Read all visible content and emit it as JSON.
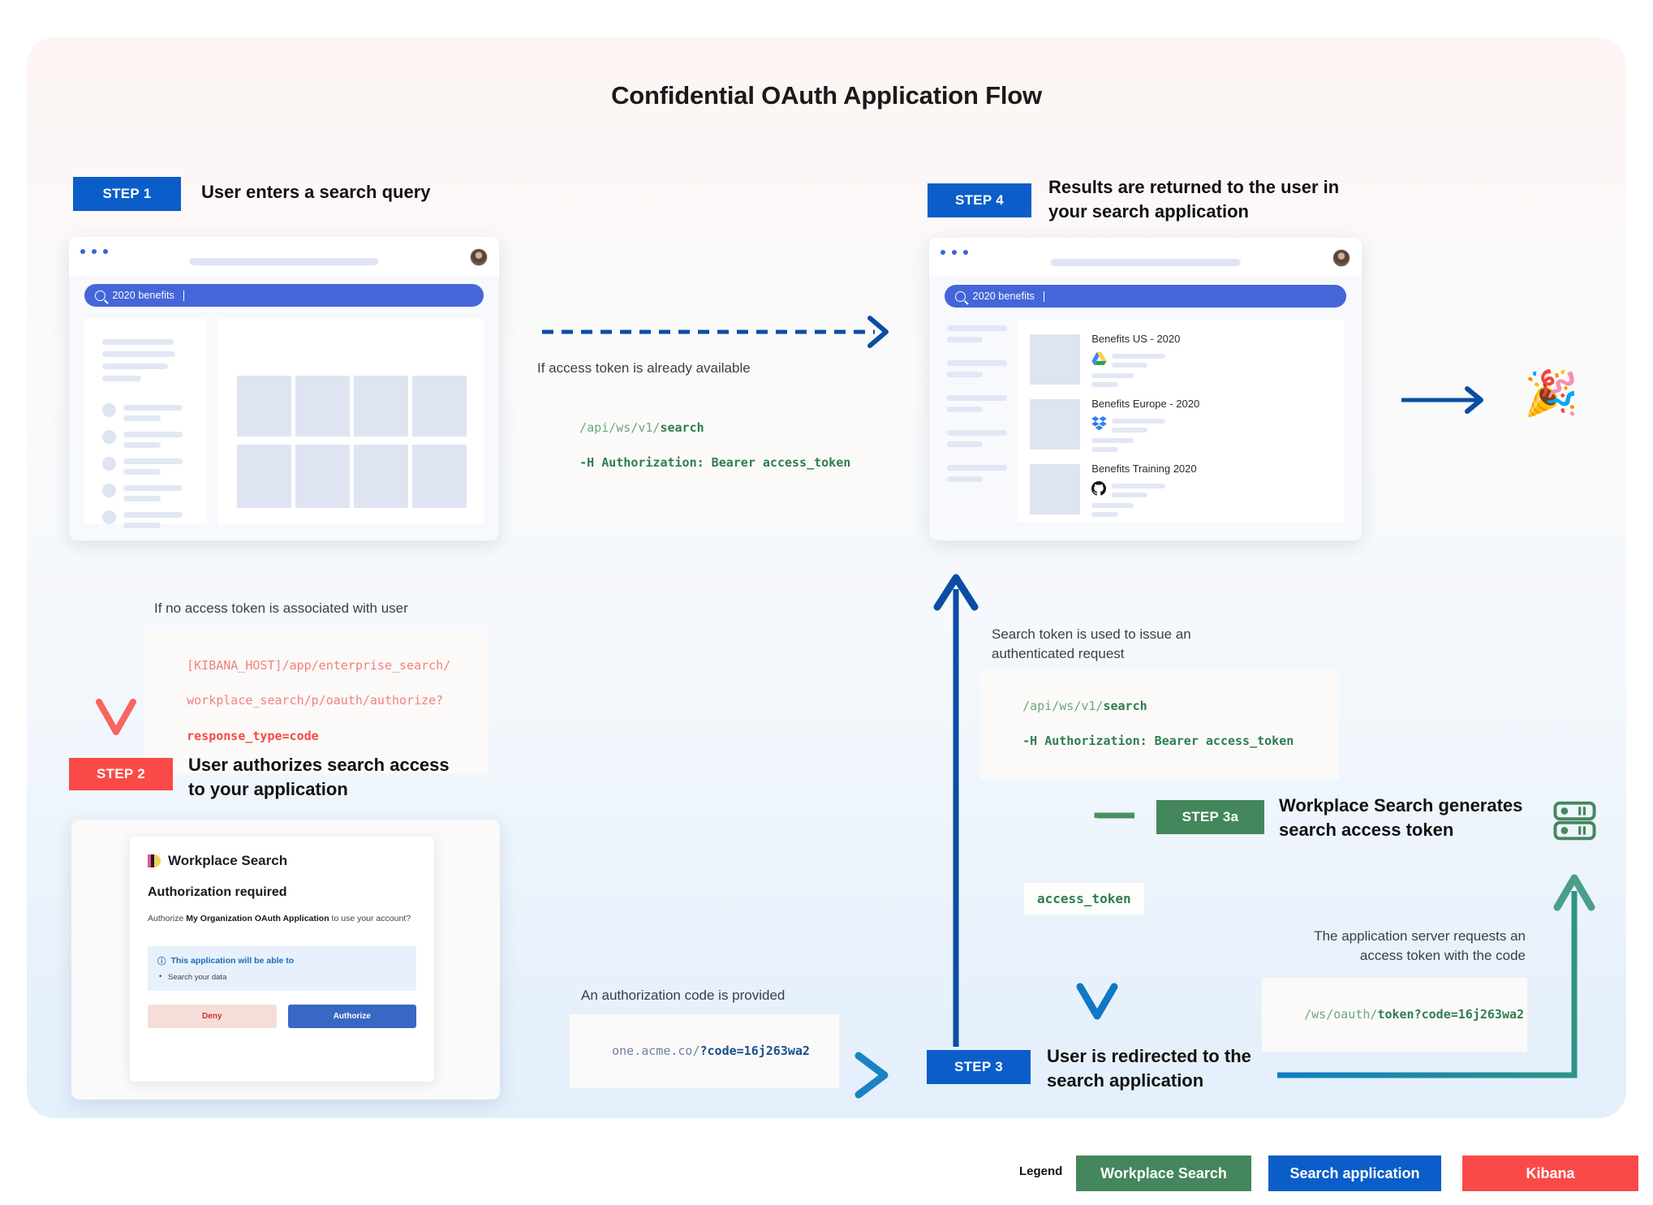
{
  "title": "Confidential OAuth Application Flow",
  "steps": {
    "step1": {
      "badge": "STEP 1",
      "heading": "User enters a search query"
    },
    "step2": {
      "badge": "STEP 2",
      "heading_line1": "User authorizes search access",
      "heading_line2": "to your application"
    },
    "step3": {
      "badge": "STEP 3",
      "heading_line1": "User is redirected to the",
      "heading_line2": "search application"
    },
    "step3a": {
      "badge": "STEP 3a",
      "heading_line1": "Workplace Search generates",
      "heading_line2": "search access token"
    },
    "step4": {
      "badge": "STEP 4",
      "heading_line1": "Results are returned to the user in",
      "heading_line2": "your search application"
    }
  },
  "search_app": {
    "query": "2020 benefits",
    "search_icon": "magnifier-icon",
    "results": [
      {
        "title": "Benefits US - 2020",
        "source_icon": "google-drive-icon"
      },
      {
        "title": "Benefits Europe - 2020",
        "source_icon": "dropbox-icon"
      },
      {
        "title": "Benefits Training 2020",
        "source_icon": "github-icon"
      }
    ]
  },
  "captions": {
    "token_available": "If access token is already available",
    "no_token": "If no access token is associated with user",
    "search_token_used_l1": "Search token is used to issue an",
    "search_token_used_l2": "authenticated request",
    "auth_code_provided": "An authorization code is provided",
    "server_requests_l1": "The application server requests an",
    "server_requests_l2": "access token with the code"
  },
  "code_blocks": {
    "search_request": {
      "path_prefix": "/api/ws/v1/",
      "path_bold": "search",
      "header": "-H Authorization: Bearer access_token"
    },
    "authorize_url": {
      "line1": "[KIBANA_HOST]/app/enterprise_search/",
      "line2": "workplace_search/p/oauth/authorize?",
      "line3_bold": "response_type=code"
    },
    "redirect_url": {
      "prefix": "one.acme.co/",
      "bold": "?code=16j263wa2"
    },
    "token_url": {
      "prefix": "/ws/oauth/",
      "bold": "token?code=16j263wa2"
    }
  },
  "access_token_chip": "access_token",
  "celebration_emoji": "🎉",
  "auth_card": {
    "brand": "Workplace Search",
    "brand_logo": "workplace-search-logo",
    "heading": "Authorization required",
    "body_pre": "Authorize ",
    "body_app": "My Organization OAuth Application",
    "body_post": " to use your account?",
    "notice_icon": "info-icon",
    "notice_title": "This application will be able to",
    "notice_item": "Search your data",
    "deny_label": "Deny",
    "authorize_label": "Authorize"
  },
  "legend": {
    "label": "Legend",
    "items": [
      {
        "text": "Workplace Search",
        "color": "#44875c"
      },
      {
        "text": "Search application",
        "color": "#0b5ec9"
      },
      {
        "text": "Kibana",
        "color": "#fa4a48"
      }
    ]
  },
  "icons": {
    "server": "server-rack-icon"
  }
}
